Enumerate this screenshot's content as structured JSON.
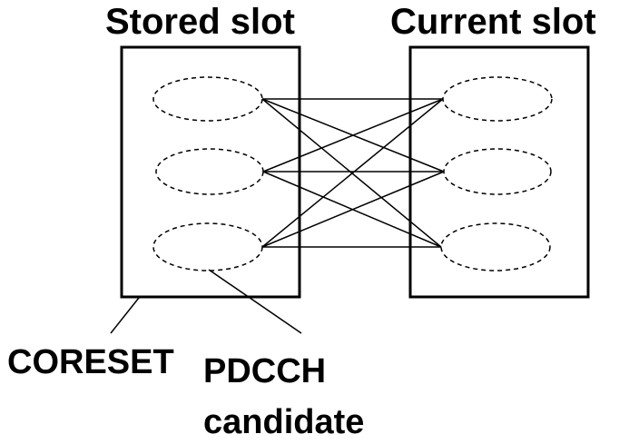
{
  "titles": {
    "stored": "Stored slot",
    "current": "Current slot"
  },
  "labels": {
    "coreset": "CORESET",
    "pdcch_line1": "PDCCH",
    "pdcch_line2": "candidate"
  },
  "diagram": {
    "candidates_per_slot": 3,
    "connections": "every stored-slot candidate linked to every current-slot candidate"
  }
}
